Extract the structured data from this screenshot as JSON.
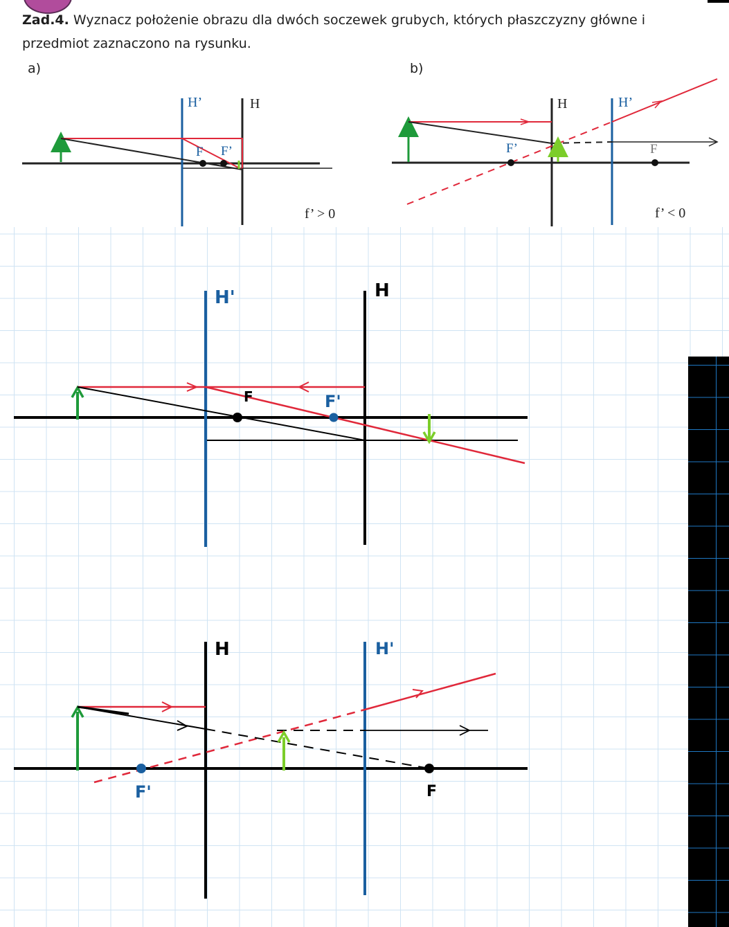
{
  "task": {
    "number": "Zad.4.",
    "text": " Wyznacz położenie obrazu dla dwóch soczewek grubych, których płaszczyzny główne i przedmiot zaznaczono na rysunku."
  },
  "figure_a": {
    "label": "a)",
    "h_prime": "H’",
    "h": "H",
    "f": "F",
    "f_prime": "F’",
    "condition": "f’ > 0"
  },
  "figure_b": {
    "label": "b)",
    "h": "H",
    "h_prime": "H’",
    "f_prime": "F’",
    "f": "F",
    "condition": "f’ < 0"
  },
  "solution_a": {
    "h_prime": "H'",
    "h": "H",
    "f": "F",
    "f_prime": "F'"
  },
  "solution_b": {
    "h": "H",
    "h_prime": "H'",
    "f_prime": "F'",
    "f": "F"
  },
  "colors": {
    "principal_plane_h_prime": "#1a5fa0",
    "ray": "#e0283a",
    "object": "#1e9a3a",
    "image": "#7ccd2a",
    "axis": "#000000",
    "grid": "#cfe3f3"
  }
}
